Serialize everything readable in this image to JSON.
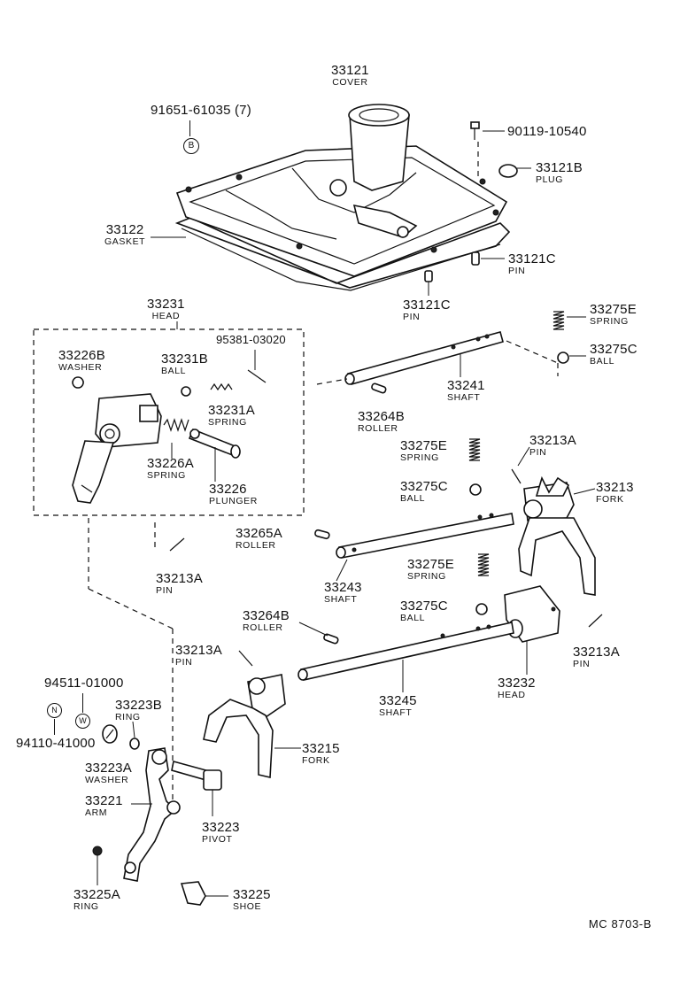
{
  "callouts": {
    "cover": {
      "number": "33121",
      "name": "COVER"
    },
    "bolt_spec": {
      "number": "91651-61035 (7)"
    },
    "b_symbol": {
      "letter": "B"
    },
    "bolt": {
      "number": "90119-10540"
    },
    "plug": {
      "number": "33121B",
      "name": "PLUG"
    },
    "gasket": {
      "number": "33122",
      "name": "GASKET"
    },
    "pin_c_right": {
      "number": "33121C",
      "name": "PIN"
    },
    "pin_c_center": {
      "number": "33121C",
      "name": "PIN"
    },
    "head_top": {
      "number": "33231",
      "name": "HEAD"
    },
    "pin_95381": {
      "number": "95381-03020"
    },
    "washer_b": {
      "number": "33226B",
      "name": "WASHER"
    },
    "ball_b": {
      "number": "33231B",
      "name": "BALL"
    },
    "spring_a_231": {
      "number": "33231A",
      "name": "SPRING"
    },
    "spring_a_226": {
      "number": "33226A",
      "name": "SPRING"
    },
    "plunger": {
      "number": "33226",
      "name": "PLUNGER"
    },
    "spring_e_top": {
      "number": "33275E",
      "name": "SPRING"
    },
    "ball_c_top": {
      "number": "33275C",
      "name": "BALL"
    },
    "shaft_241": {
      "number": "33241",
      "name": "SHAFT"
    },
    "roller_264b_top": {
      "number": "33264B",
      "name": "ROLLER"
    },
    "spring_e_mid": {
      "number": "33275E",
      "name": "SPRING"
    },
    "ball_c_mid": {
      "number": "33275C",
      "name": "BALL"
    },
    "pin_a_fork_top": {
      "number": "33213A",
      "name": "PIN"
    },
    "fork_213": {
      "number": "33213",
      "name": "FORK"
    },
    "roller_265a": {
      "number": "33265A",
      "name": "ROLLER"
    },
    "pin_a_left": {
      "number": "33213A",
      "name": "PIN"
    },
    "shaft_243": {
      "number": "33243",
      "name": "SHAFT"
    },
    "spring_e_low": {
      "number": "33275E",
      "name": "SPRING"
    },
    "ball_c_low": {
      "number": "33275C",
      "name": "BALL"
    },
    "roller_264b_low": {
      "number": "33264B",
      "name": "ROLLER"
    },
    "pin_a_right": {
      "number": "33213A",
      "name": "PIN"
    },
    "pin_a_lower": {
      "number": "33213A",
      "name": "PIN"
    },
    "shaft_245": {
      "number": "33245",
      "name": "SHAFT"
    },
    "head_232": {
      "number": "33232",
      "name": "HEAD"
    },
    "ring_b": {
      "number": "33223B",
      "name": "RING"
    },
    "spec_94511": {
      "number": "94511-01000"
    },
    "w_symbol": {
      "letter": "W"
    },
    "n_symbol": {
      "letter": "N"
    },
    "spec_94110": {
      "number": "94110-41000"
    },
    "washer_a": {
      "number": "33223A",
      "name": "WASHER"
    },
    "fork_215": {
      "number": "33215",
      "name": "FORK"
    },
    "arm": {
      "number": "33221",
      "name": "ARM"
    },
    "pivot": {
      "number": "33223",
      "name": "PIVOT"
    },
    "ring_a": {
      "number": "33225A",
      "name": "RING"
    },
    "shoe": {
      "number": "33225",
      "name": "SHOE"
    }
  },
  "footer": {
    "code": "MC 8703-B"
  }
}
